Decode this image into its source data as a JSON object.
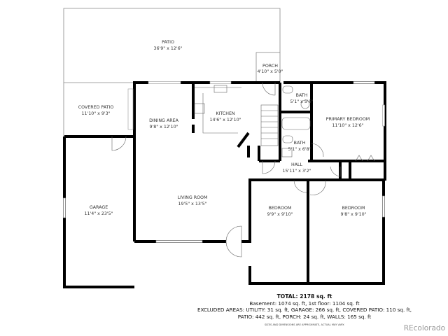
{
  "rooms": {
    "patio": {
      "name": "PATIO",
      "dims": "36'9\" x 12'6\""
    },
    "porch": {
      "name": "PORCH",
      "dims": "4'10\" x 5'0\""
    },
    "covered_patio": {
      "name": "COVERED PATIO",
      "dims": "11'10\" x 9'3\""
    },
    "dining_area": {
      "name": "DINING AREA",
      "dims": "9'8\" x 12'10\""
    },
    "kitchen": {
      "name": "KITCHEN",
      "dims": "14'6\" x 12'10\""
    },
    "bath_1": {
      "name": "BATH",
      "dims": "5'1\" x 5'6\""
    },
    "bath_2": {
      "name": "BATH",
      "dims": "5'1\" x 6'8\""
    },
    "primary_bedroom": {
      "name": "PRIMARY BEDROOM",
      "dims": "11'10\" x 12'6\""
    },
    "hall": {
      "name": "HALL",
      "dims": "15'11\" x 3'2\""
    },
    "garage": {
      "name": "GARAGE",
      "dims": "11'4\" x 23'5\""
    },
    "living_room": {
      "name": "LIVING ROOM",
      "dims": "19'5\" x 13'5\""
    },
    "bedroom_1": {
      "name": "BEDROOM",
      "dims": "9'9\" x 9'10\""
    },
    "bedroom_2": {
      "name": "BEDROOM",
      "dims": "9'8\" x 9'10\""
    }
  },
  "summary": {
    "total": "TOTAL: 2178 sq. ft",
    "floors": "Basement: 1074 sq. ft, 1st floor: 1104 sq. ft",
    "excluded_1": "EXCLUDED AREAS: UTILITY: 31 sq. ft, GARAGE: 266 sq. ft, COVERED PATIO: 110 sq. ft,",
    "excluded_2": "PATIO: 442 sq. ft, PORCH: 24 sq. ft, WALLS: 165 sq. ft",
    "disclaimer": "SIZES AND DIMENSIONS ARE APPROXIMATE, ACTUAL MAY VARY."
  },
  "brand": "REcolorado"
}
